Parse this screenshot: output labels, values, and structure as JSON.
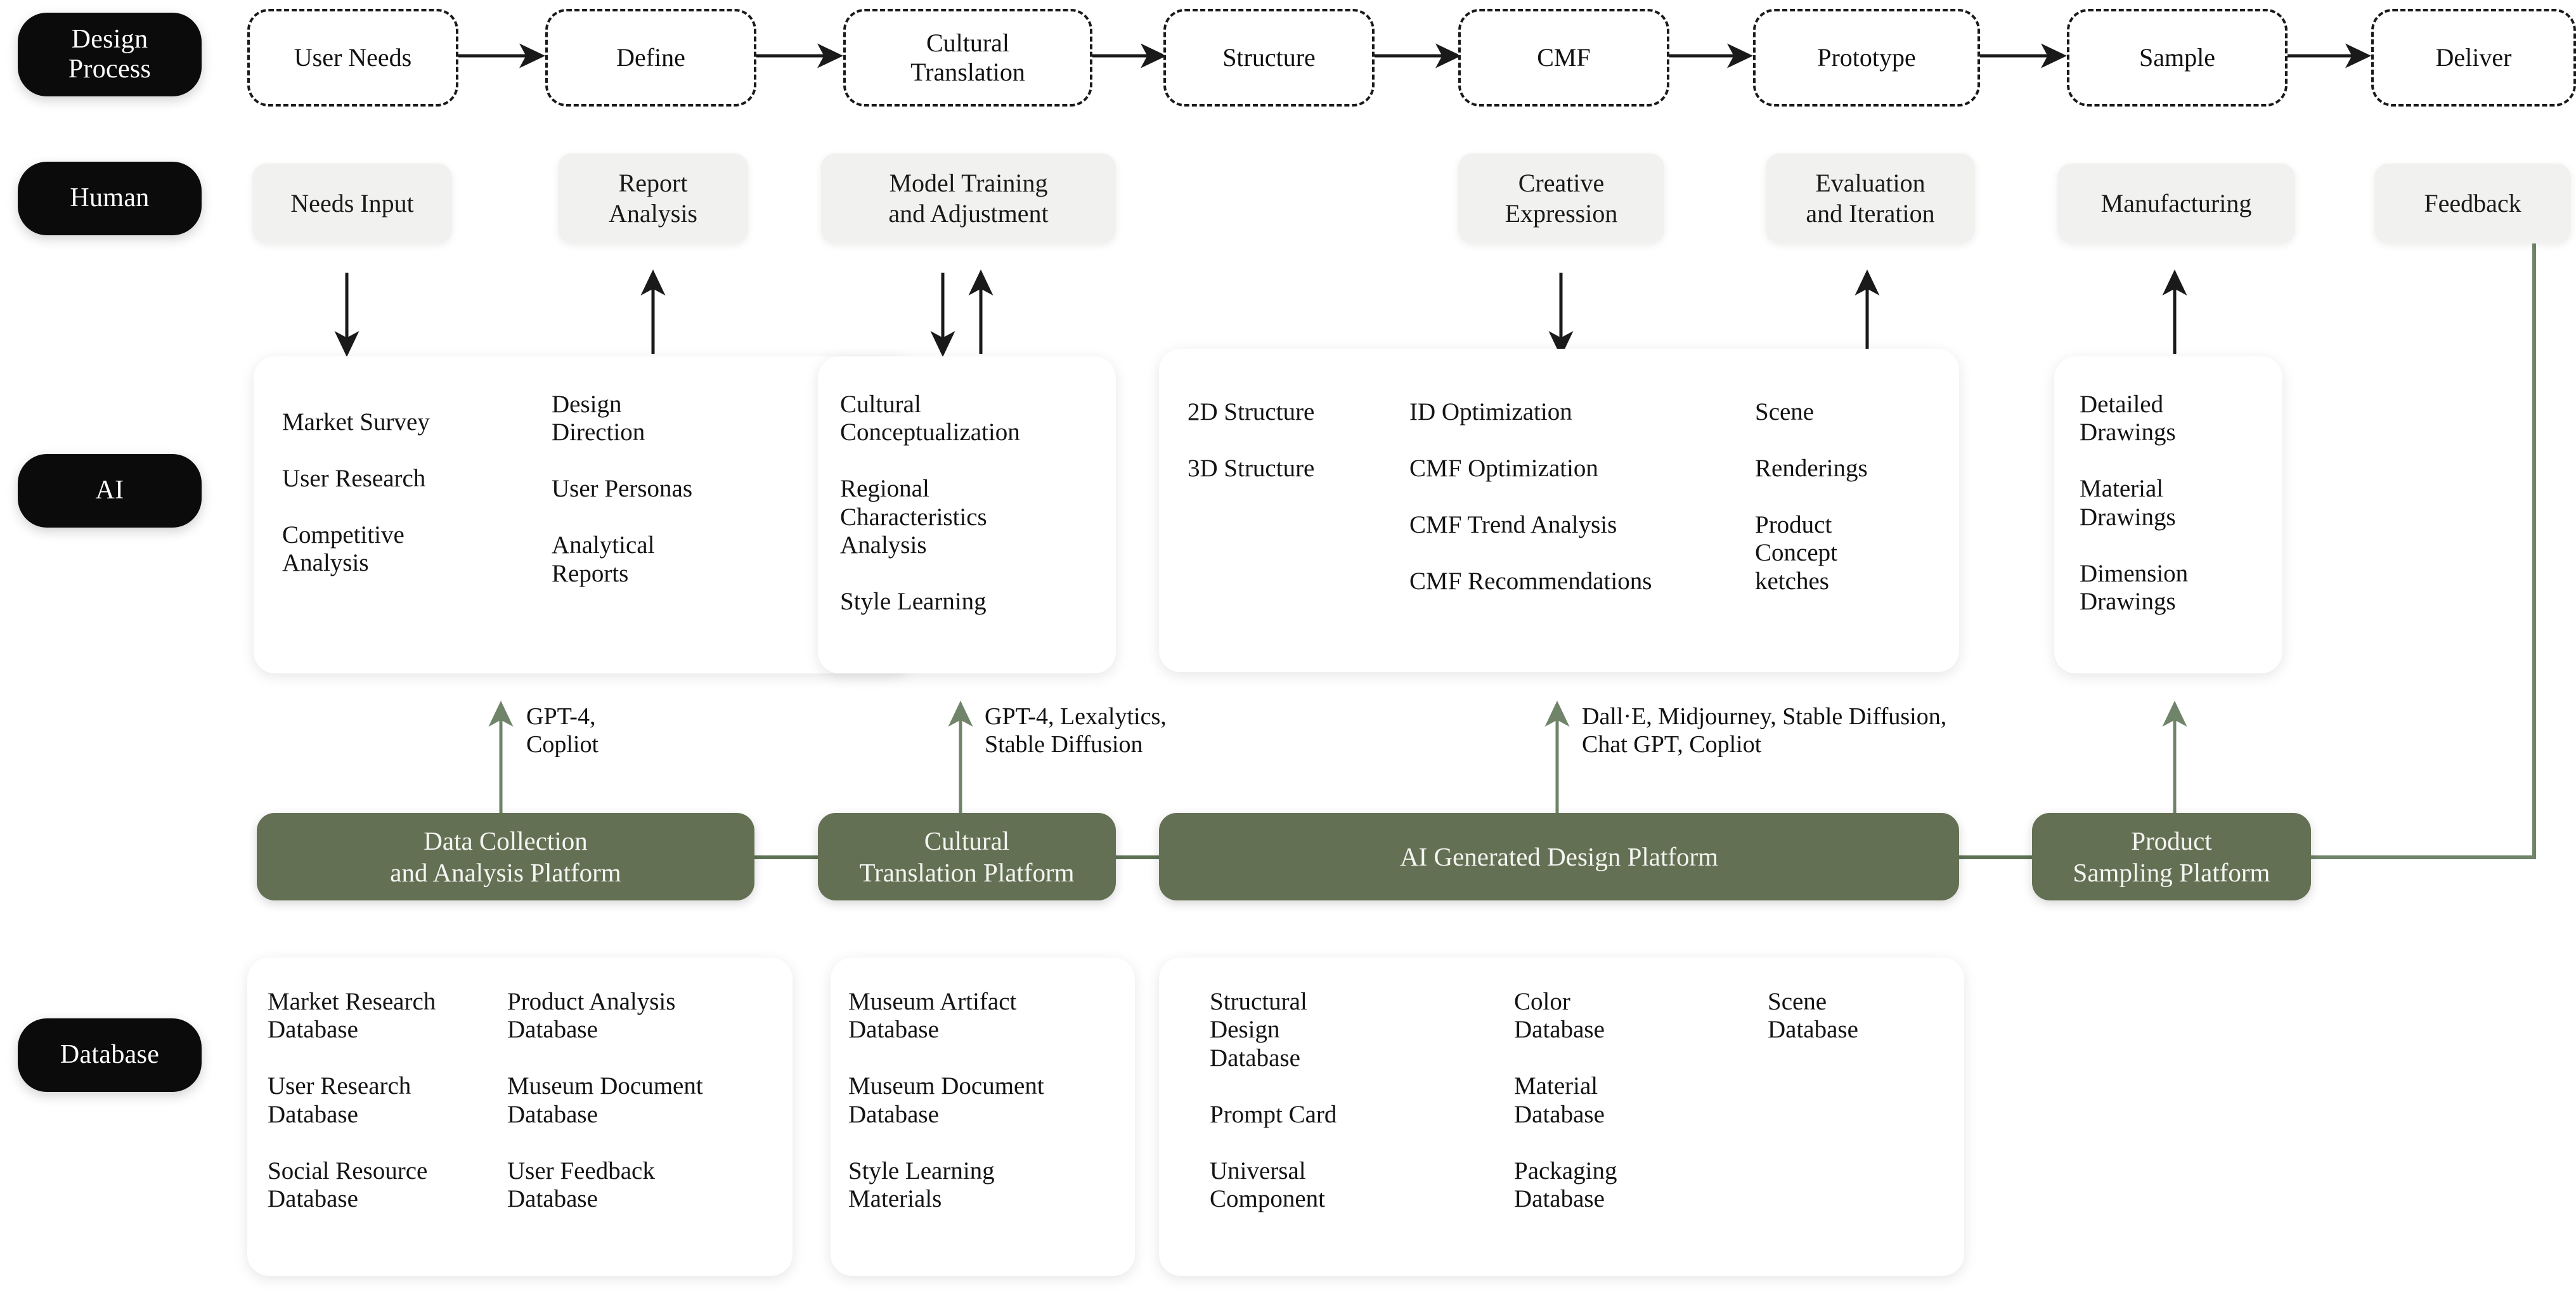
{
  "rows": [
    {
      "id": "design-process",
      "label": "Design\nProcess"
    },
    {
      "id": "human",
      "label": "Human"
    },
    {
      "id": "ai",
      "label": "AI"
    },
    {
      "id": "database",
      "label": "Database"
    }
  ],
  "process_steps": [
    {
      "label": "User Needs"
    },
    {
      "label": "Define"
    },
    {
      "label": "Cultural\nTranslation"
    },
    {
      "label": "Structure"
    },
    {
      "label": "CMF"
    },
    {
      "label": "Prototype"
    },
    {
      "label": "Sample"
    },
    {
      "label": "Deliver"
    }
  ],
  "human_nodes": [
    {
      "label": "Needs Input"
    },
    {
      "label": "Report\nAnalysis"
    },
    {
      "label": "Model Training\nand Adjustment"
    },
    {
      "label": "Creative\nExpression"
    },
    {
      "label": "Evaluation\nand Iteration"
    },
    {
      "label": "Manufacturing"
    },
    {
      "label": "Feedback"
    }
  ],
  "ai_cards": [
    {
      "id": "ai-card-research",
      "columns": [
        {
          "items": "Market Survey\n\nUser Research\n\nCompetitive\nAnalysis"
        },
        {
          "items": "Design\nDirection\n\nUser Personas\n\nAnalytical\nReports"
        }
      ]
    },
    {
      "id": "ai-card-cultural",
      "columns": [
        {
          "items": "Cultural\nConceptualization\n\nRegional\nCharacteristics\nAnalysis\n\nStyle Learning"
        }
      ]
    },
    {
      "id": "ai-card-design",
      "columns": [
        {
          "items": "2D Structure\n\n3D Structure"
        },
        {
          "items": "ID Optimization\n\nCMF Optimization\n\nCMF Trend Analysis\n\nCMF Recommendations"
        },
        {
          "items": "Scene\n\nRenderings\n\nProduct\nConcept\nketches"
        }
      ]
    },
    {
      "id": "ai-card-sampling",
      "columns": [
        {
          "items": "Detailed\nDrawings\n\nMaterial\nDrawings\n\nDimension\nDrawings"
        }
      ]
    }
  ],
  "tool_labels": [
    {
      "id": "tools-data",
      "text": "GPT-4,\nCopliot"
    },
    {
      "id": "tools-cultural",
      "text": "GPT-4, Lexalytics,\nStable Diffusion"
    },
    {
      "id": "tools-design",
      "text": "Dall·E, Midjourney, Stable Diffusion,\nChat GPT, Copliot"
    }
  ],
  "platforms": [
    {
      "id": "platform-data",
      "label": "Data Collection\nand Analysis Platform"
    },
    {
      "id": "platform-cultural",
      "label": "Cultural\nTranslation Platform"
    },
    {
      "id": "platform-design",
      "label": "AI Generated Design Platform"
    },
    {
      "id": "platform-sampling",
      "label": "Product\nSampling Platform"
    }
  ],
  "db_cards": [
    {
      "id": "db-card-research",
      "columns": [
        {
          "items": "Market Research\nDatabase\n\nUser Research\nDatabase\n\nSocial Resource\nDatabase"
        },
        {
          "items": "Product Analysis\nDatabase\n\nMuseum Document\nDatabase\n\nUser Feedback\nDatabase"
        }
      ]
    },
    {
      "id": "db-card-cultural",
      "columns": [
        {
          "items": "Museum Artifact\nDatabase\n\nMuseum Document\nDatabase\n\nStyle Learning\nMaterials"
        }
      ]
    },
    {
      "id": "db-card-design",
      "columns": [
        {
          "items": "Structural\nDesign\nDatabase\n\nPrompt Card\n\nUniversal\nComponent"
        },
        {
          "items": "Color\nDatabase\n\nMaterial\nDatabase\n\nPackaging\nDatabase"
        },
        {
          "items": "Scene\nDatabase"
        }
      ]
    }
  ],
  "colors": {
    "platform_green": "#647054",
    "wire_green": "#6f8468",
    "row_label_black": "#0b0b0b",
    "human_grey": "#f1f2ef",
    "arrow_black": "#1a1a1a"
  }
}
